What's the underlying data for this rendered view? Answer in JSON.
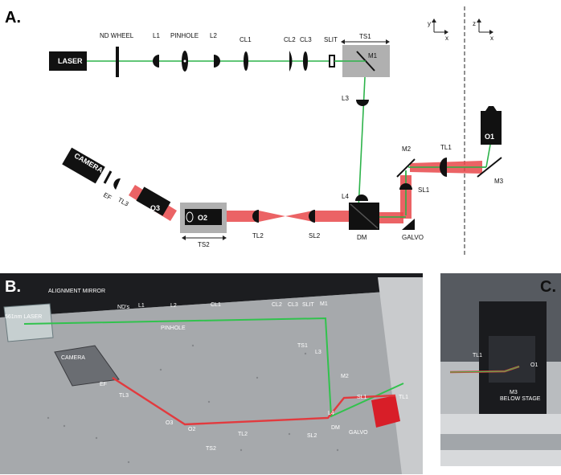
{
  "panel_a": {
    "tag": "A.",
    "laser": "LASER",
    "nd_wheel": "ND WHEEL",
    "l1": "L1",
    "pinhole": "PINHOLE",
    "l2": "L2",
    "cl1": "CL1",
    "cl2": "CL2",
    "cl3": "CL3",
    "slit": "SLIT",
    "ts1": "TS1",
    "m1": "M1",
    "l3": "L3",
    "l4": "L4",
    "dm": "DM",
    "galvo": "GALVO",
    "sl1": "SL1",
    "m2": "M2",
    "tl1": "TL1",
    "o1": "O1",
    "m3": "M3",
    "sl2": "SL2",
    "tl2": "TL2",
    "o2": "O2",
    "ts2": "TS2",
    "o3": "O3",
    "tl3": "TL3",
    "ef": "EF",
    "camera": "CAMERA",
    "axes_left": {
      "y": "y",
      "x": "x"
    },
    "axes_right": {
      "z": "z",
      "x": "x"
    }
  },
  "panel_b": {
    "tag": "B.",
    "laser_label": "561nm LASER",
    "camera_label": "CAMERA",
    "labels": [
      "ND's",
      "L1",
      "L2",
      "PINHOLE",
      "CL1",
      "CL2",
      "CL3",
      "SLIT",
      "M1",
      "TS1",
      "L3",
      "M2",
      "SL1",
      "TL1",
      "L4",
      "DM",
      "GALVO",
      "SL2",
      "TL2",
      "O2",
      "TS2",
      "O3",
      "TL3",
      "EF",
      "ALIGNMENT MIRROR"
    ]
  },
  "panel_c": {
    "tag": "C.",
    "tl1": "TL1",
    "o1": "O1",
    "m3": "M3",
    "m3_note": "BELOW STAGE"
  },
  "colors": {
    "green_beam": "#2db34a",
    "red_beam": "#e8484a",
    "dark_component": "#111111",
    "stage_gray": "#b0b0b0"
  }
}
